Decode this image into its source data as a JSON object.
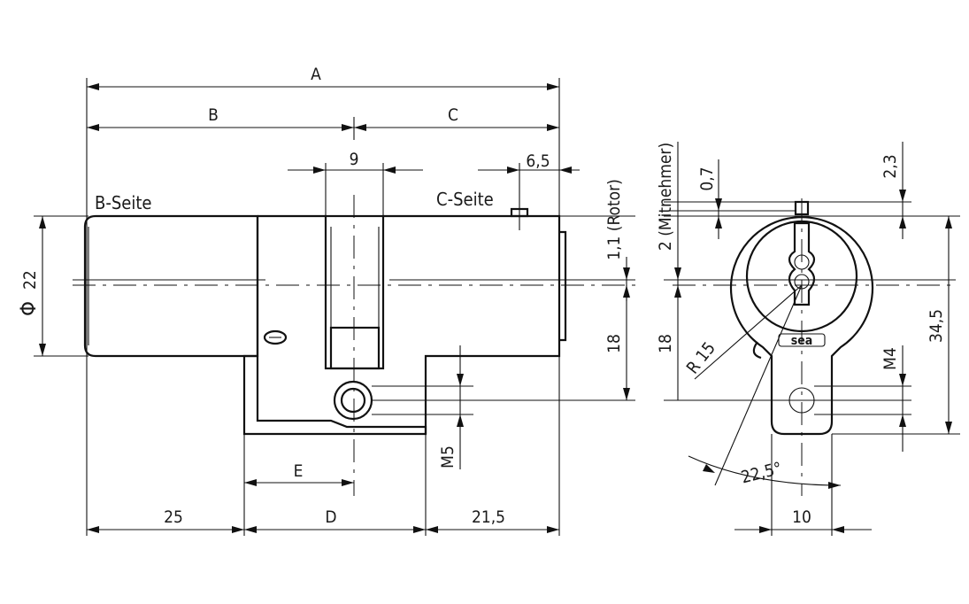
{
  "labels": {
    "side_b": "B-Seite",
    "side_c": "C-Seite",
    "logo": "sea"
  },
  "dimensions": {
    "overall_length": "A",
    "length_b": "B",
    "length_c": "C",
    "cam_width": "9",
    "screw_offset": "6,5",
    "length_d": "D",
    "length_e": "E",
    "b_offset": "25",
    "c_offset": "21,5",
    "diameter": "22",
    "diameter_symbol": "Φ",
    "height_18_side": "18",
    "thread_m5": "M5",
    "rotor": "1,1 (Rotor)",
    "cam_offset": "2 (Mitnehmer)",
    "gap": "0,7",
    "height_18_end": "18",
    "radius": "R 15",
    "angle": "22,5°",
    "width_10": "10",
    "thread_m4": "M4",
    "total_height": "34,5",
    "pin_height": "2,3"
  }
}
